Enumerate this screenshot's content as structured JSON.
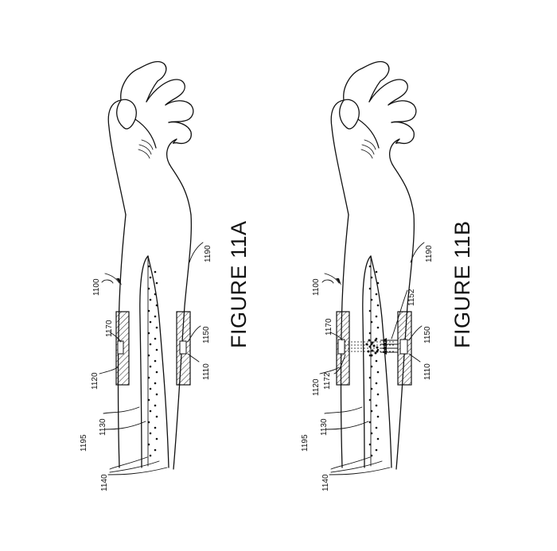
{
  "figure_a": {
    "title": "FIGURE 11A",
    "labels": {
      "l1100": "1100",
      "l1170": "1170",
      "l1120": "1120",
      "l1195": "1195",
      "l1130": "1130",
      "l1140": "1140",
      "l1190": "1190",
      "l1150": "1150",
      "l1110": "1110"
    }
  },
  "figure_b": {
    "title": "FIGURE 11B",
    "labels": {
      "l1100": "1100",
      "l1170": "1170",
      "l1172": "1172",
      "l1120": "1120",
      "l1195": "1195",
      "l1130": "1130",
      "l1140": "1140",
      "l1190": "1190",
      "l1152": "1152",
      "l1150": "1150",
      "l1110": "1110"
    }
  }
}
